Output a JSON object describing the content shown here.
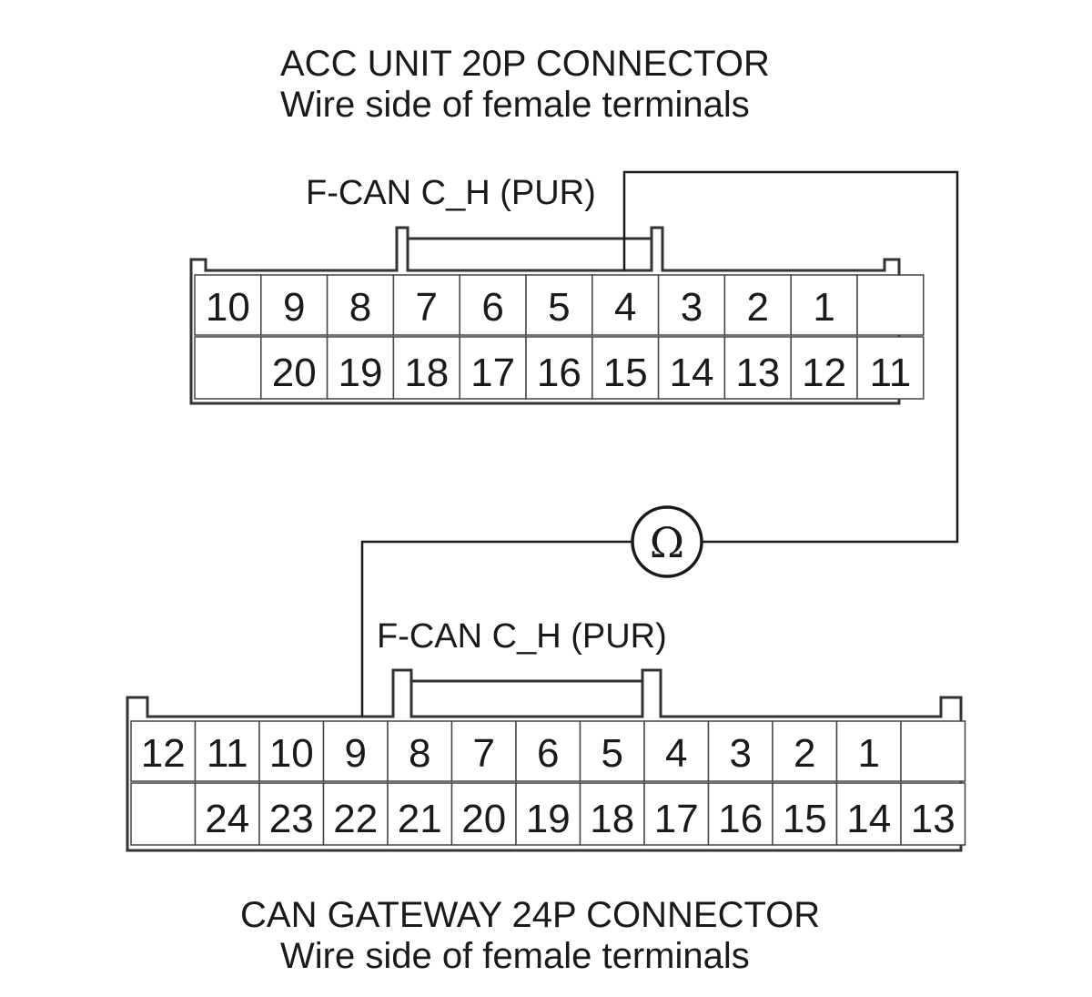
{
  "top_connector": {
    "title": "ACC UNIT 20P CONNECTOR",
    "subtitle": "Wire side of female terminals",
    "wire_label": "F-CAN C_H (PUR)",
    "row1": [
      "10",
      "9",
      "8",
      "7",
      "6",
      "5",
      "4",
      "3",
      "2",
      "1",
      ""
    ],
    "row2": [
      "",
      "20",
      "19",
      "18",
      "17",
      "16",
      "15",
      "14",
      "13",
      "12",
      "11"
    ],
    "probe_terminal": "4"
  },
  "bottom_connector": {
    "title": "CAN GATEWAY 24P CONNECTOR",
    "subtitle": "Wire side of female terminals",
    "wire_label": "F-CAN C_H (PUR)",
    "row1": [
      "12",
      "11",
      "10",
      "9",
      "8",
      "7",
      "6",
      "5",
      "4",
      "3",
      "2",
      "1",
      ""
    ],
    "row2": [
      "",
      "24",
      "23",
      "22",
      "21",
      "20",
      "19",
      "18",
      "17",
      "16",
      "15",
      "14",
      "13"
    ],
    "probe_terminal": "9"
  },
  "meter": {
    "symbol": "Ω",
    "icon": "ohmmeter-icon"
  }
}
